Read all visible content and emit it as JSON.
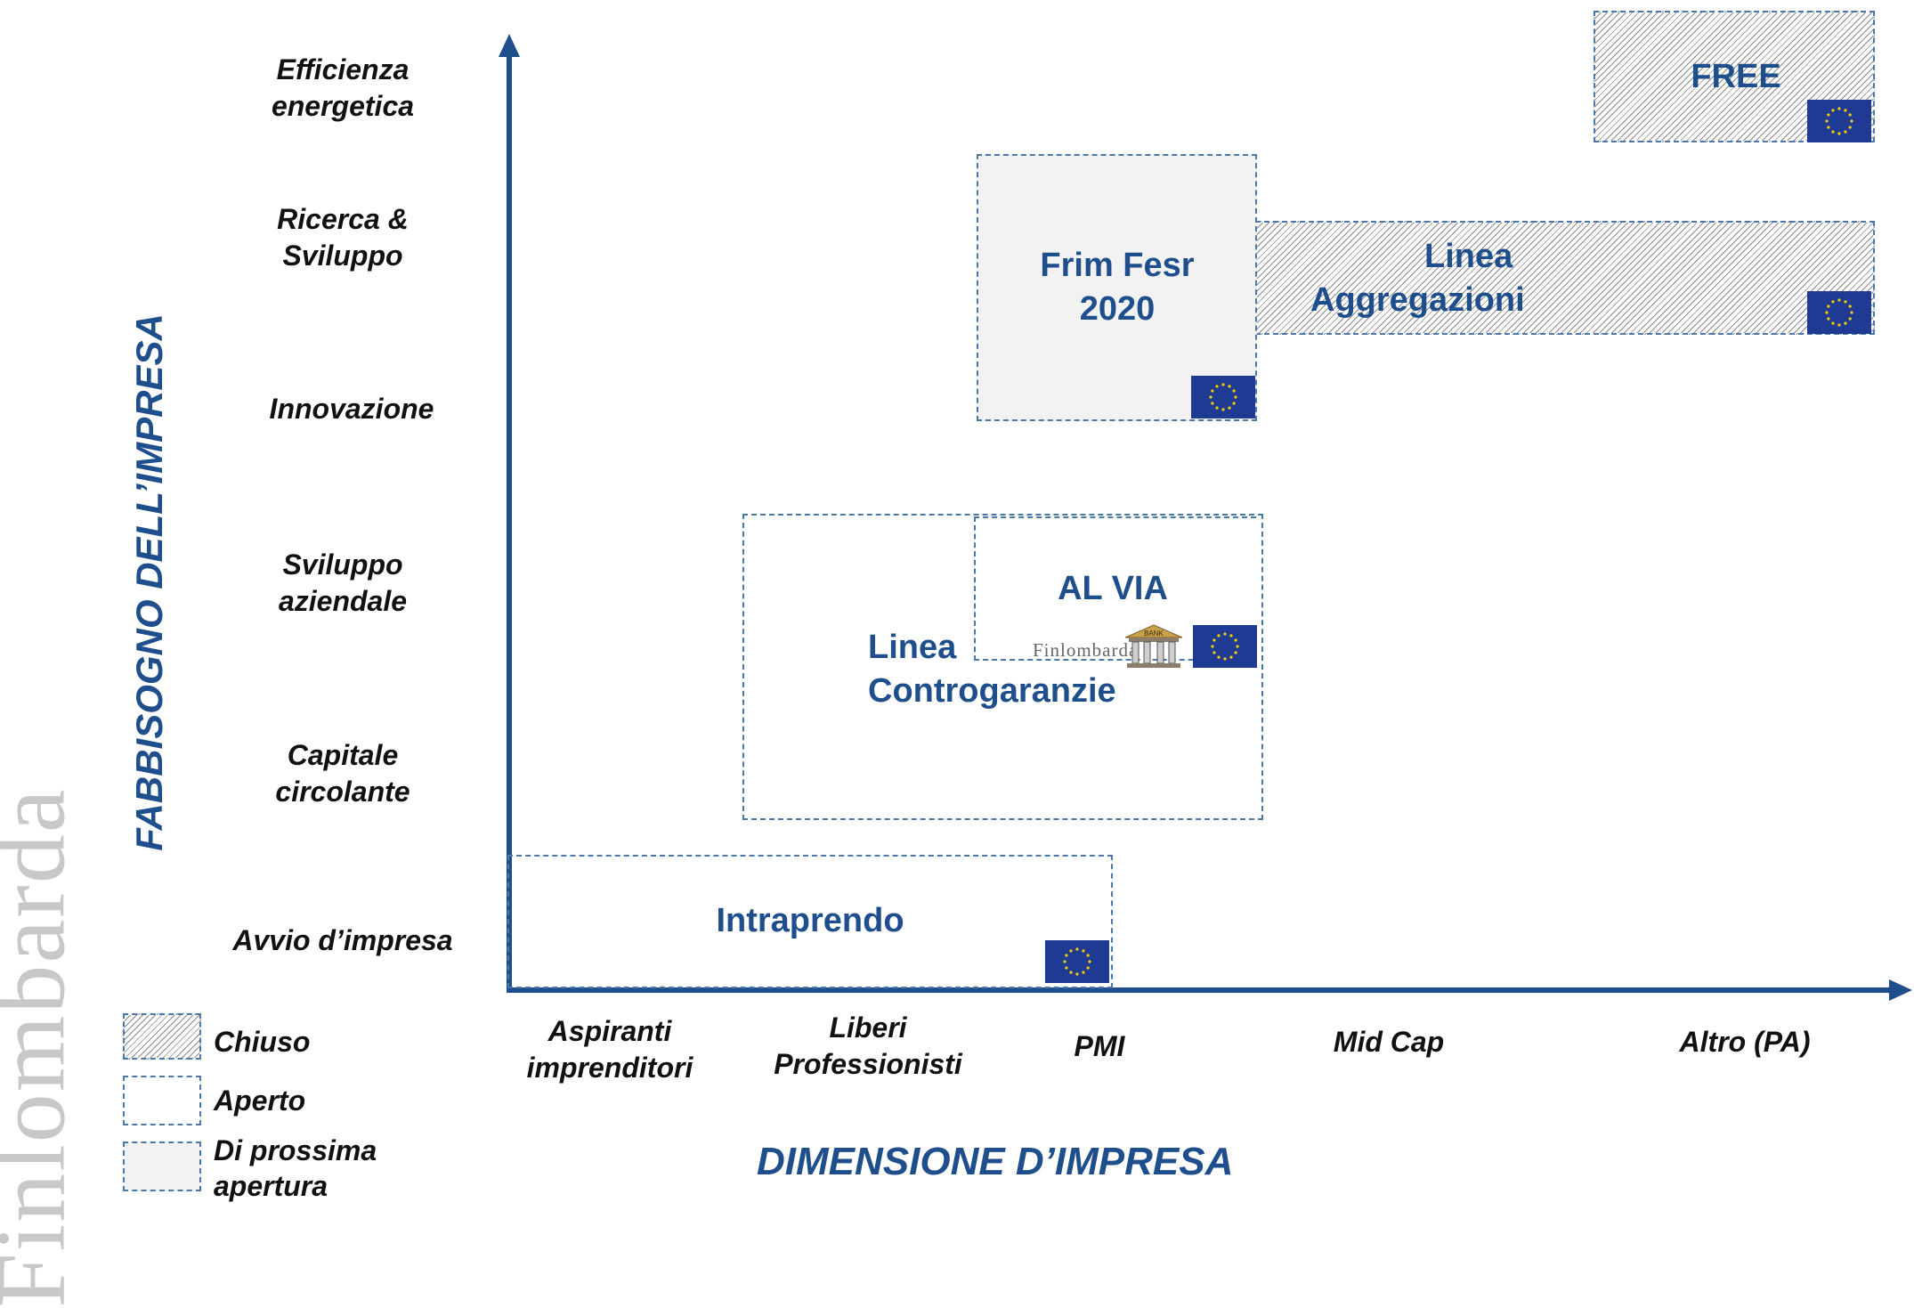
{
  "axes": {
    "y_title": "FABBISOGNO DELL’IMPRESA",
    "x_title": "DIMENSIONE D’IMPRESA",
    "y_categories": [
      {
        "line1": "Efficienza",
        "line2": "energetica"
      },
      {
        "line1": "Ricerca &",
        "line2": "Sviluppo"
      },
      {
        "line1": "Innovazione",
        "line2": ""
      },
      {
        "line1": "Sviluppo",
        "line2": "aziendale"
      },
      {
        "line1": "Capitale",
        "line2": "circolante"
      },
      {
        "line1": "Avvio d’impresa",
        "line2": ""
      }
    ],
    "x_categories": [
      {
        "line1": "Aspiranti",
        "line2": "imprenditori"
      },
      {
        "line1": "Liberi",
        "line2": "Professionisti"
      },
      {
        "line1": "PMI",
        "line2": ""
      },
      {
        "line1": "Mid Cap",
        "line2": ""
      },
      {
        "line1": "Altro (PA)",
        "line2": ""
      }
    ]
  },
  "programs": {
    "free": {
      "label": "FREE",
      "status": "Chiuso"
    },
    "frim": {
      "line1": "Frim Fesr",
      "line2": "2020",
      "status": "Di prossima apertura"
    },
    "aggregazioni": {
      "line1": "Linea",
      "line2": "Aggregazioni",
      "status": "Chiuso"
    },
    "alvia": {
      "label": "AL VIA",
      "status": "Aperto"
    },
    "controgaranzie": {
      "line1": "Linea",
      "line2": "Controgaranzie",
      "status": "Aperto"
    },
    "intraprendo": {
      "label": "Intraprendo",
      "status": "Aperto"
    }
  },
  "legend": {
    "closed": "Chiuso",
    "open": "Aperto",
    "soon_line1": "Di prossima",
    "soon_line2": "apertura"
  },
  "brand": {
    "side_logo": "Finlombarda",
    "small_logo": "Finlombarda",
    "bank_sign": "BANK"
  },
  "colors": {
    "accent": "#1f4e8c",
    "axis": "#1f4e8c",
    "eu_flag": "#1f3a93",
    "eu_star": "#f5d000"
  }
}
